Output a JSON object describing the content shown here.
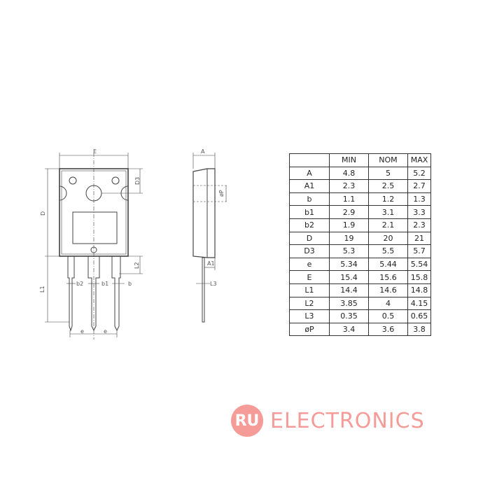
{
  "drawing": {
    "front_labels": {
      "E": "E",
      "D": "D",
      "D3": "D3",
      "L1": "L1",
      "L2": "L2",
      "b2": "b2",
      "b1": "b1",
      "b": "b",
      "e": "e"
    },
    "side_labels": {
      "A": "A",
      "phiP": "øP",
      "A1": "A1",
      "L3": "L3"
    }
  },
  "table": {
    "headers": [
      "",
      "MIN",
      "NOM",
      "MAX"
    ],
    "rows": [
      [
        "A",
        "4.8",
        "5",
        "5.2"
      ],
      [
        "A1",
        "2.3",
        "2.5",
        "2.7"
      ],
      [
        "b",
        "1.1",
        "1.2",
        "1.3"
      ],
      [
        "b1",
        "2.9",
        "3.1",
        "3.3"
      ],
      [
        "b2",
        "1.9",
        "2.1",
        "2.3"
      ],
      [
        "D",
        "19",
        "20",
        "21"
      ],
      [
        "D3",
        "5.3",
        "5.5",
        "5.7"
      ],
      [
        "e",
        "5.34",
        "5.44",
        "5.54"
      ],
      [
        "E",
        "15.4",
        "15.6",
        "15.8"
      ],
      [
        "L1",
        "14.4",
        "14.6",
        "14.8"
      ],
      [
        "L2",
        "3.85",
        "4",
        "4.15"
      ],
      [
        "L3",
        "0.35",
        "0.5",
        "0.65"
      ],
      [
        "øP",
        "3.4",
        "3.6",
        "3.8"
      ]
    ]
  },
  "logo": {
    "mark": "RU",
    "text": "ELECTRONICS",
    "color": "#ee4a45"
  }
}
